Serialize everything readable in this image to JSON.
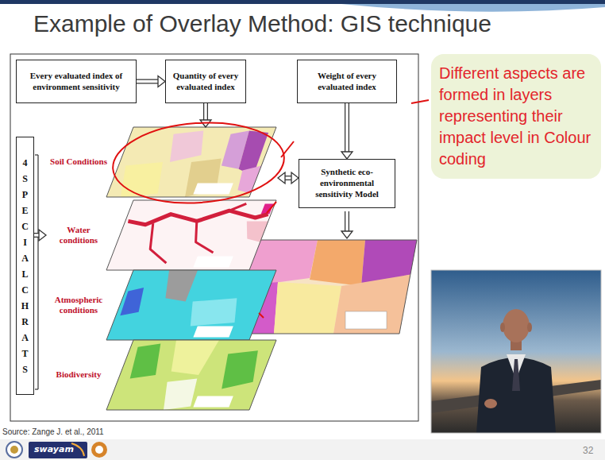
{
  "diagram": {
    "title": "Example of Overlay Method: GIS technique",
    "nodes": [
      {
        "text": [
          "Every evaluated index of environment sensitivity"
        ]
      },
      {
        "text": [
          "Quantity of every evaluated index"
        ]
      },
      {
        "text": [
          "Weight of every evaluated index"
        ]
      },
      {
        "text": [
          "4 SPECIAL CHRATS"
        ]
      },
      {
        "text": [
          "Soil Conditions"
        ]
      },
      {
        "text": [
          "Synthetic eco-environmental sensitivity Model"
        ]
      },
      {
        "text": [
          "Water conditions"
        ]
      },
      {
        "text": [
          "Atmospheric conditions"
        ]
      },
      {
        "text": [
          "Biodiversity"
        ]
      },
      {
        "text": [
          "Different aspects are formed in layers representing their impact level in Colour coding"
        ]
      }
    ],
    "edges": [
      {
        "from": 0,
        "to": 1,
        "arrow": "to"
      },
      {
        "from": 1,
        "to": 4,
        "arrow": "to"
      },
      {
        "from": 2,
        "to": 5,
        "arrow": "to"
      },
      {
        "from": 4,
        "to": 5,
        "arrow": "both"
      },
      {
        "from": 3,
        "to": 6,
        "arrow": "to"
      }
    ],
    "labels": [
      "Source: Zange J. et al., 2011",
      "swayam",
      "32"
    ]
  }
}
